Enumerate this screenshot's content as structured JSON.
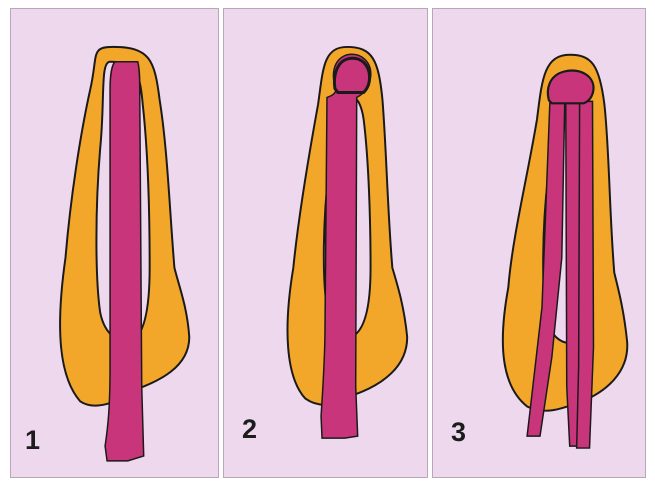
{
  "colors": {
    "background": "#eed8ee",
    "tissue": "#f2a72b",
    "tissue_shade": "#f4b23a",
    "root": "#c8357a",
    "outline": "#1a1a1a"
  },
  "panels": [
    {
      "number": "1"
    },
    {
      "number": "2"
    },
    {
      "number": "3"
    }
  ]
}
